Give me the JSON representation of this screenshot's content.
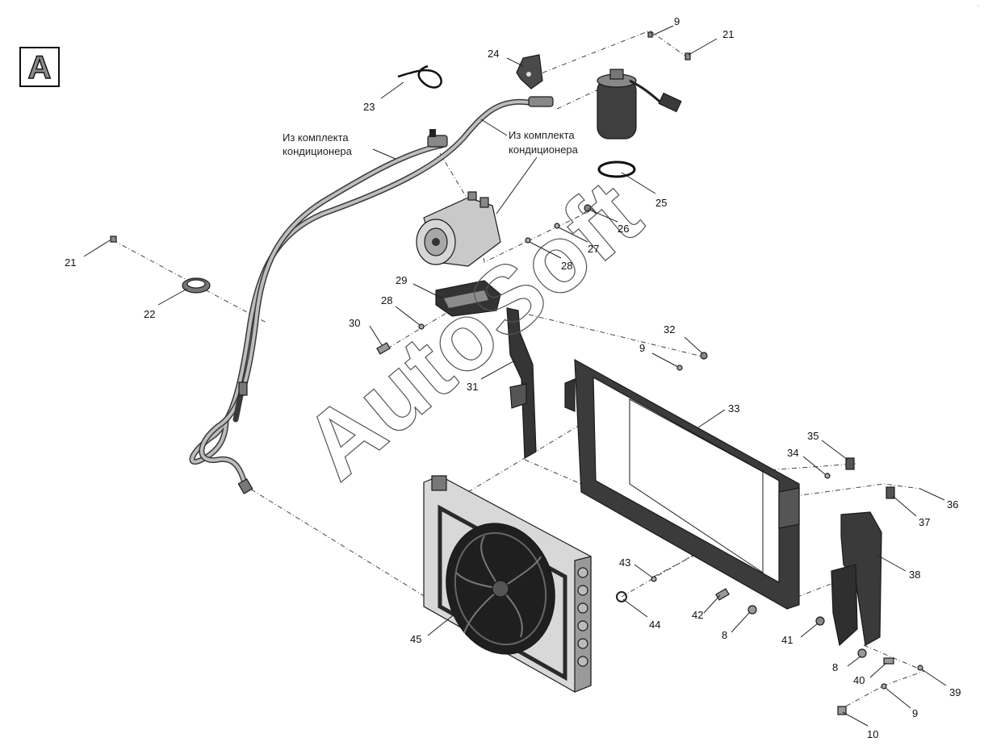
{
  "view_label": "A",
  "note_left": [
    "Из комплекта",
    "кондиционера"
  ],
  "note_right": [
    "Из комплекта",
    "кондиционера"
  ],
  "watermark": "AutoSoft",
  "callouts": {
    "c9a": "9",
    "c21a": "21",
    "c24": "24",
    "c23": "23",
    "c25": "25",
    "c26": "26",
    "c27": "27",
    "c28a": "28",
    "c21b": "21",
    "c22": "22",
    "c29": "29",
    "c28b": "28",
    "c30": "30",
    "c32": "32",
    "c9b": "9",
    "c31": "31",
    "c33": "33",
    "c35": "35",
    "c34": "34",
    "c36": "36",
    "c37": "37",
    "c38": "38",
    "c43": "43",
    "c44": "44",
    "c42": "42",
    "c8a": "8",
    "c41": "41",
    "c45": "45",
    "c8b": "8",
    "c40": "40",
    "c39": "39",
    "c9c": "9",
    "c10": "10"
  },
  "colors": {
    "line": "#1a1a1a",
    "part_fill": "#9a9a9a",
    "part_dark": "#3d3d3d",
    "panel": "#d9d9d9"
  }
}
